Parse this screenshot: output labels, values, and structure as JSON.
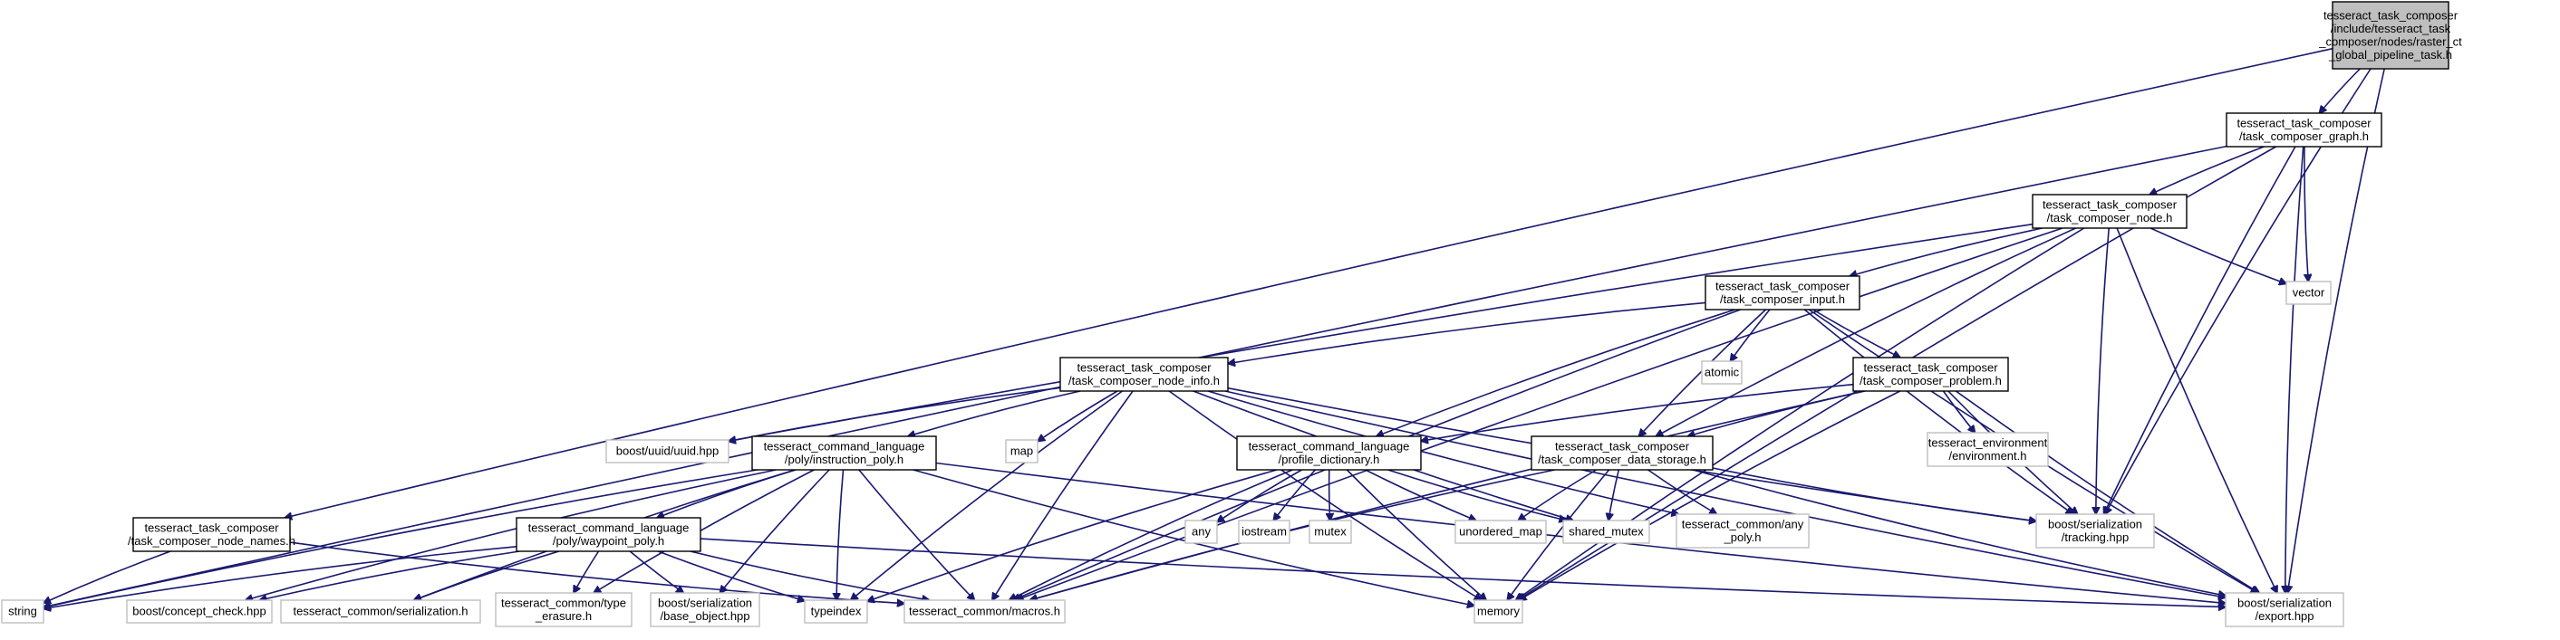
{
  "colors": {
    "edge": "#191970",
    "text": "#000000",
    "root_fill": "#bfbfbf",
    "root_stroke": "#000000",
    "local_fill": "#ffffff",
    "local_stroke": "#000000",
    "system_fill": "#ffffff",
    "system_stroke": "#bfbfbf"
  },
  "nodes": [
    {
      "id": "root",
      "kind": "root",
      "lines": [
        "tesseract_task_composer",
        "/include/tesseract_task",
        "_composer/nodes/raster_ct",
        "_global_pipeline_task.h"
      ]
    },
    {
      "id": "graph_h",
      "kind": "local",
      "lines": [
        "tesseract_task_composer",
        "/task_composer_graph.h"
      ]
    },
    {
      "id": "node_h",
      "kind": "local",
      "lines": [
        "tesseract_task_composer",
        "/task_composer_node.h"
      ]
    },
    {
      "id": "input_h",
      "kind": "local",
      "lines": [
        "tesseract_task_composer",
        "/task_composer_input.h"
      ]
    },
    {
      "id": "node_info_h",
      "kind": "local",
      "lines": [
        "tesseract_task_composer",
        "/task_composer_node_info.h"
      ]
    },
    {
      "id": "problem_h",
      "kind": "local",
      "lines": [
        "tesseract_task_composer",
        "/task_composer_problem.h"
      ]
    },
    {
      "id": "instr_poly",
      "kind": "local",
      "lines": [
        "tesseract_command_language",
        "/poly/instruction_poly.h"
      ]
    },
    {
      "id": "profile_dict",
      "kind": "local",
      "lines": [
        "tesseract_command_language",
        "/profile_dictionary.h"
      ]
    },
    {
      "id": "data_storage",
      "kind": "local",
      "lines": [
        "tesseract_task_composer",
        "/task_composer_data_storage.h"
      ]
    },
    {
      "id": "node_names",
      "kind": "local",
      "lines": [
        "tesseract_task_composer",
        "/task_composer_node_names.h"
      ]
    },
    {
      "id": "waypoint_poly",
      "kind": "local",
      "lines": [
        "tesseract_command_language",
        "/poly/waypoint_poly.h"
      ]
    },
    {
      "id": "vector",
      "kind": "system",
      "lines": [
        "vector"
      ]
    },
    {
      "id": "atomic",
      "kind": "system",
      "lines": [
        "atomic"
      ]
    },
    {
      "id": "uuid",
      "kind": "system",
      "lines": [
        "boost/uuid/uuid.hpp"
      ]
    },
    {
      "id": "map",
      "kind": "system",
      "lines": [
        "map"
      ]
    },
    {
      "id": "env_h",
      "kind": "system",
      "lines": [
        "tesseract_environment",
        "/environment.h"
      ]
    },
    {
      "id": "any",
      "kind": "system",
      "lines": [
        "any"
      ]
    },
    {
      "id": "iostream",
      "kind": "system",
      "lines": [
        "iostream"
      ]
    },
    {
      "id": "mutex",
      "kind": "system",
      "lines": [
        "mutex"
      ]
    },
    {
      "id": "unordered_map",
      "kind": "system",
      "lines": [
        "unordered_map"
      ]
    },
    {
      "id": "shared_mutex",
      "kind": "system",
      "lines": [
        "shared_mutex"
      ]
    },
    {
      "id": "any_poly",
      "kind": "system",
      "lines": [
        "tesseract_common/any",
        "_poly.h"
      ]
    },
    {
      "id": "tracking",
      "kind": "system",
      "lines": [
        "boost/serialization",
        "/tracking.hpp"
      ]
    },
    {
      "id": "string",
      "kind": "system",
      "lines": [
        "string"
      ]
    },
    {
      "id": "concept_check",
      "kind": "system",
      "lines": [
        "boost/concept_check.hpp"
      ]
    },
    {
      "id": "common_serial",
      "kind": "system",
      "lines": [
        "tesseract_common/serialization.h"
      ]
    },
    {
      "id": "type_erasure",
      "kind": "system",
      "lines": [
        "tesseract_common/type",
        "_erasure.h"
      ]
    },
    {
      "id": "base_object",
      "kind": "system",
      "lines": [
        "boost/serialization",
        "/base_object.hpp"
      ]
    },
    {
      "id": "typeindex",
      "kind": "system",
      "lines": [
        "typeindex"
      ]
    },
    {
      "id": "macros",
      "kind": "system",
      "lines": [
        "tesseract_common/macros.h"
      ]
    },
    {
      "id": "memory",
      "kind": "system",
      "lines": [
        "memory"
      ]
    },
    {
      "id": "export",
      "kind": "system",
      "lines": [
        "boost/serialization",
        "/export.hpp"
      ]
    }
  ],
  "edges": [
    [
      "root",
      "graph_h"
    ],
    [
      "root",
      "node_names"
    ],
    [
      "root",
      "tracking"
    ],
    [
      "root",
      "export"
    ],
    [
      "graph_h",
      "node_h"
    ],
    [
      "graph_h",
      "string"
    ],
    [
      "graph_h",
      "vector"
    ],
    [
      "graph_h",
      "tracking"
    ],
    [
      "graph_h",
      "export"
    ],
    [
      "graph_h",
      "memory"
    ],
    [
      "node_h",
      "input_h"
    ],
    [
      "node_h",
      "macros"
    ],
    [
      "node_h",
      "uuid"
    ],
    [
      "node_h",
      "data_storage"
    ],
    [
      "node_h",
      "vector"
    ],
    [
      "node_h",
      "tracking"
    ],
    [
      "node_h",
      "memory"
    ],
    [
      "node_h",
      "export"
    ],
    [
      "input_h",
      "node_info_h"
    ],
    [
      "input_h",
      "problem_h"
    ],
    [
      "input_h",
      "profile_dict"
    ],
    [
      "input_h",
      "data_storage"
    ],
    [
      "input_h",
      "atomic"
    ],
    [
      "input_h",
      "tracking"
    ],
    [
      "input_h",
      "export"
    ],
    [
      "input_h",
      "macros"
    ],
    [
      "node_info_h",
      "instr_poly"
    ],
    [
      "node_info_h",
      "uuid"
    ],
    [
      "node_info_h",
      "map"
    ],
    [
      "node_info_h",
      "macros"
    ],
    [
      "node_info_h",
      "memory"
    ],
    [
      "node_info_h",
      "shared_mutex"
    ],
    [
      "node_info_h",
      "tracking"
    ],
    [
      "node_info_h",
      "export"
    ],
    [
      "node_info_h",
      "any_poly"
    ],
    [
      "node_info_h",
      "typeindex"
    ],
    [
      "problem_h",
      "profile_dict"
    ],
    [
      "problem_h",
      "data_storage"
    ],
    [
      "problem_h",
      "env_h"
    ],
    [
      "problem_h",
      "tracking"
    ],
    [
      "problem_h",
      "macros"
    ],
    [
      "problem_h",
      "memory"
    ],
    [
      "problem_h",
      "export"
    ],
    [
      "instr_poly",
      "waypoint_poly"
    ],
    [
      "instr_poly",
      "string"
    ],
    [
      "instr_poly",
      "concept_check"
    ],
    [
      "instr_poly",
      "common_serial"
    ],
    [
      "instr_poly",
      "type_erasure"
    ],
    [
      "instr_poly",
      "base_object"
    ],
    [
      "instr_poly",
      "macros"
    ],
    [
      "instr_poly",
      "memory"
    ],
    [
      "instr_poly",
      "export"
    ],
    [
      "instr_poly",
      "typeindex"
    ],
    [
      "profile_dict",
      "any"
    ],
    [
      "profile_dict",
      "iostream"
    ],
    [
      "profile_dict",
      "mutex"
    ],
    [
      "profile_dict",
      "unordered_map"
    ],
    [
      "profile_dict",
      "shared_mutex"
    ],
    [
      "profile_dict",
      "macros"
    ],
    [
      "profile_dict",
      "memory"
    ],
    [
      "profile_dict",
      "typeindex"
    ],
    [
      "data_storage",
      "unordered_map"
    ],
    [
      "data_storage",
      "shared_mutex"
    ],
    [
      "data_storage",
      "any_poly"
    ],
    [
      "data_storage",
      "tracking"
    ],
    [
      "data_storage",
      "export"
    ],
    [
      "data_storage",
      "macros"
    ],
    [
      "data_storage",
      "memory"
    ],
    [
      "node_names",
      "string"
    ],
    [
      "node_names",
      "macros"
    ],
    [
      "waypoint_poly",
      "string"
    ],
    [
      "waypoint_poly",
      "concept_check"
    ],
    [
      "waypoint_poly",
      "common_serial"
    ],
    [
      "waypoint_poly",
      "type_erasure"
    ],
    [
      "waypoint_poly",
      "base_object"
    ],
    [
      "waypoint_poly",
      "typeindex"
    ],
    [
      "waypoint_poly",
      "macros"
    ],
    [
      "waypoint_poly",
      "export"
    ]
  ]
}
